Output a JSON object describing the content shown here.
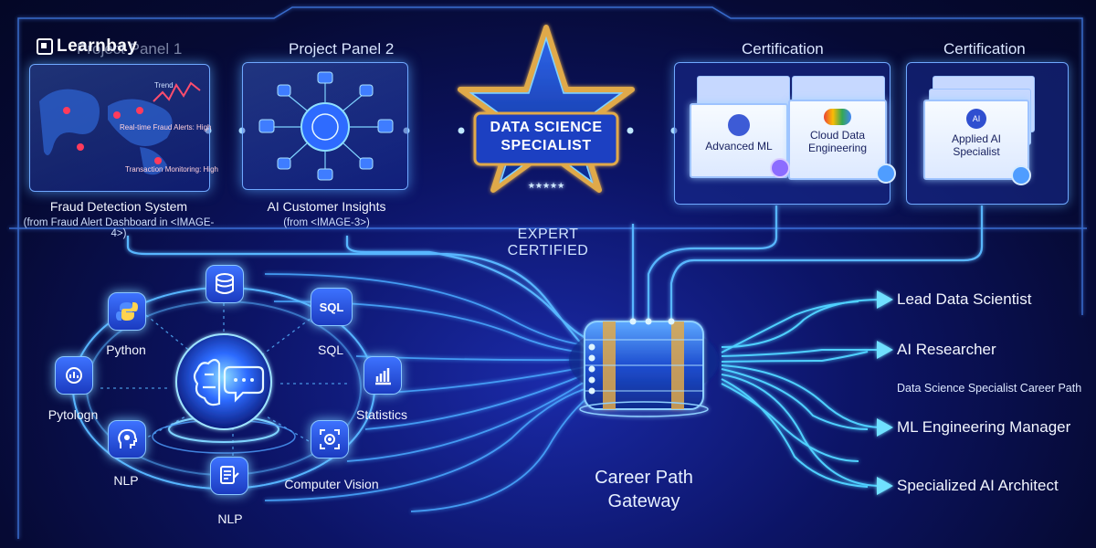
{
  "brand": {
    "logo_text": "Learnbay"
  },
  "projects": [
    {
      "panel_title": "Project Panel 1",
      "caption": "Fraud Detection System",
      "source": "(from Fraud Alert Dashboard in <IMAGE-4>)",
      "screen_labels": [
        "Trend",
        "Real-time Fraud Alerts: High",
        "Transaction Monitoring: High"
      ]
    },
    {
      "panel_title": "Project Panel 2",
      "caption": "AI Customer Insights",
      "source": "(from <IMAGE-3>)"
    }
  ],
  "badge": {
    "line1": "DATA SCIENCE",
    "line2": "SPECIALIST",
    "subtitle": "EXPERT CERTIFIED"
  },
  "certifications": [
    {
      "title": "Certification",
      "certs": [
        "Advanced ML",
        "Cloud Data Engineering"
      ]
    },
    {
      "title": "Certification",
      "certs": [
        "Applied AI Specialist"
      ]
    }
  ],
  "skills": {
    "python": "Python",
    "sql": "SQL",
    "sql_icon": "SQL",
    "pytologn": "Pytologn",
    "statistics": "Statistics",
    "nlp_left": "NLP",
    "computer_vision": "Computer Vision",
    "nlp_bottom": "NLP"
  },
  "gateway": {
    "line1": "Career Path",
    "line2": "Gateway"
  },
  "careers": {
    "lead": "Lead Data Scientist",
    "researcher": "AI Researcher",
    "path_label": "Data Science Specialist Career Path",
    "manager": "ML Engineering Manager",
    "architect": "Specialized AI Architect"
  },
  "colors": {
    "background": "#070b3a",
    "glow": "#4fc3ff",
    "accent_gold": "#e0a94a",
    "panel_border": "#6fa8ff"
  }
}
